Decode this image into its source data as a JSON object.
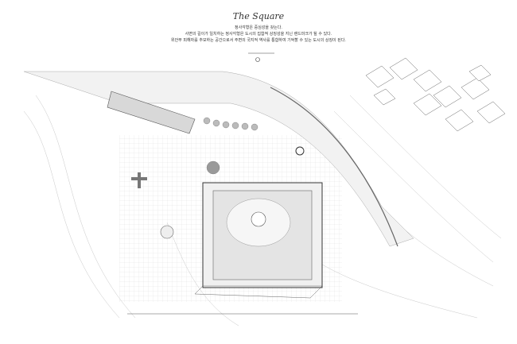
{
  "title": "The Square",
  "description": [
    "정사각형은 중심성을 갖는다.",
    "사면의 길이가 일치하는 정사각형은 도시의 집합적 상징성을 지닌 랜드마크가 될 수 있다.",
    "위안부 피해자를 추모하는 공간으로서 주변의 국지적 역사를 통합하여 기억할 수 있는 도시의 상징이 된다."
  ],
  "colors": {
    "line": "#999999",
    "fill": "#e2e2e2",
    "dark": "#444444"
  }
}
